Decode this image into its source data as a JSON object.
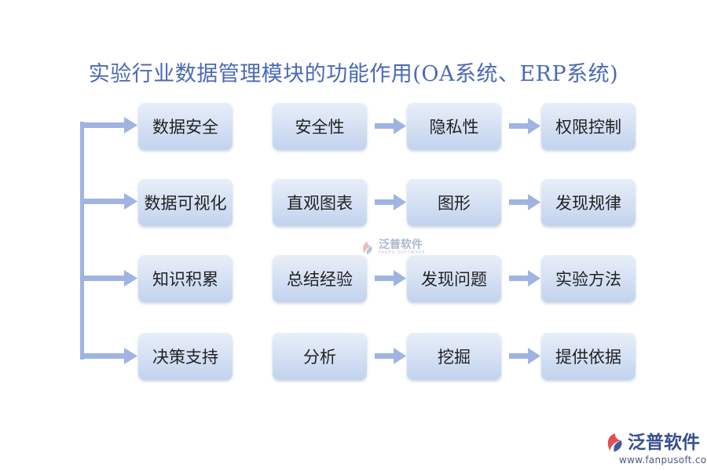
{
  "title": "实验行业数据管理模块的功能作用(OA系统、ERP系统)",
  "rows": [
    [
      "数据安全",
      "安全性",
      "隐私性",
      "权限控制"
    ],
    [
      "数据可视化",
      "直观图表",
      "图形",
      "发现规律"
    ],
    [
      "知识积累",
      "总结经验",
      "发现问题",
      "实验方法"
    ],
    [
      "决策支持",
      "分析",
      "挖掘",
      "提供依据"
    ]
  ],
  "watermark": {
    "name": "泛普软件",
    "sub": "FANPU SOFTWARE"
  },
  "logo": {
    "name": "泛普软件",
    "url": "www.fanpusoft.com"
  },
  "colors": {
    "arrow": "#9fb4e3",
    "title": "#4a6ab5",
    "box": "#d3dff3"
  }
}
